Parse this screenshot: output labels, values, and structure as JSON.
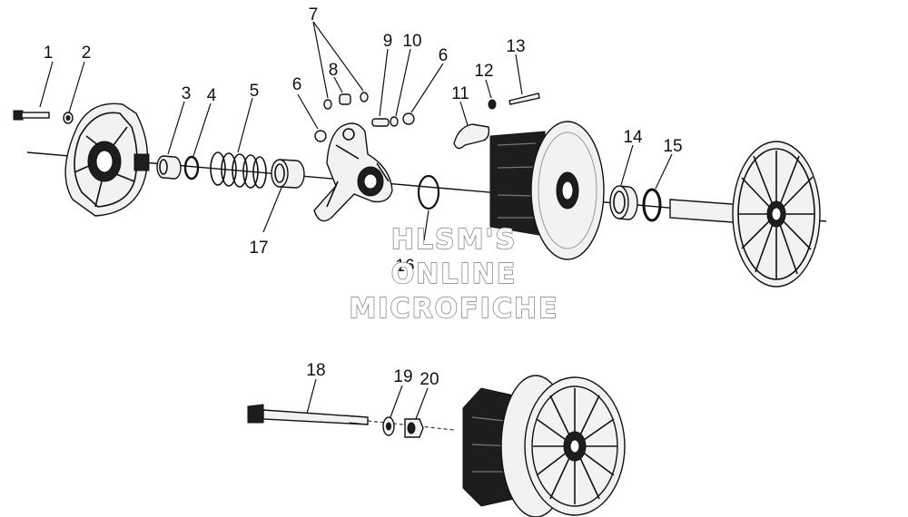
{
  "callouts": [
    "1",
    "2",
    "3",
    "4",
    "5",
    "6",
    "7",
    "8",
    "9",
    "10",
    "6",
    "11",
    "12",
    "13",
    "14",
    "15",
    "16",
    "17",
    "18",
    "19",
    "20"
  ],
  "watermark": {
    "line1": "HLSM'S",
    "line2": "ONLINE",
    "line3": "MICROFICHE"
  },
  "colors": {
    "ink": "#111111",
    "watermark_outline": "#7a7a7a",
    "background": "#ffffff"
  }
}
